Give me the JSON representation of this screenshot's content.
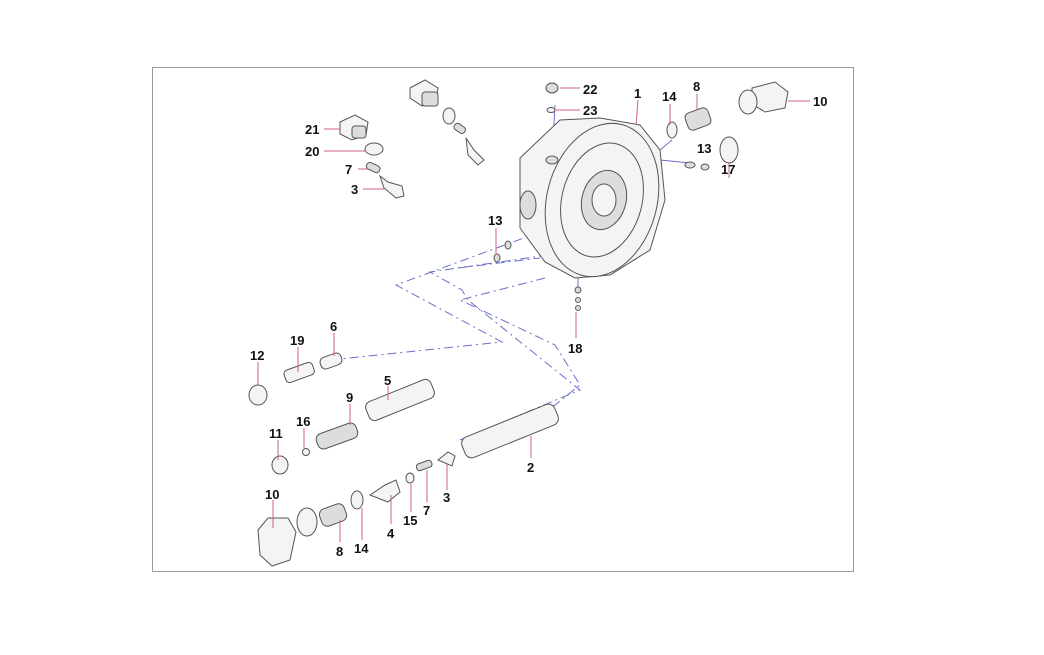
{
  "diagram": {
    "colors": {
      "frame": "#9a9a9a",
      "leader": "#d0607a",
      "centerline": "#6a70c8"
    },
    "labels": {
      "l22": "22",
      "l23": "23",
      "l1": "1",
      "l14a": "14",
      "l8a": "8",
      "l10a": "10",
      "l21": "21",
      "l20": "20",
      "l7a": "7",
      "l3a": "3",
      "l13a": "13",
      "l17": "17",
      "l13b": "13",
      "l18": "18",
      "l12": "12",
      "l19": "19",
      "l6": "6",
      "l5": "5",
      "l9": "9",
      "l16": "16",
      "l11": "11",
      "l2": "2",
      "l3b": "3",
      "l7b": "7",
      "l15": "15",
      "l4": "4",
      "l10b": "10",
      "l8b": "8",
      "l14b": "14"
    }
  }
}
